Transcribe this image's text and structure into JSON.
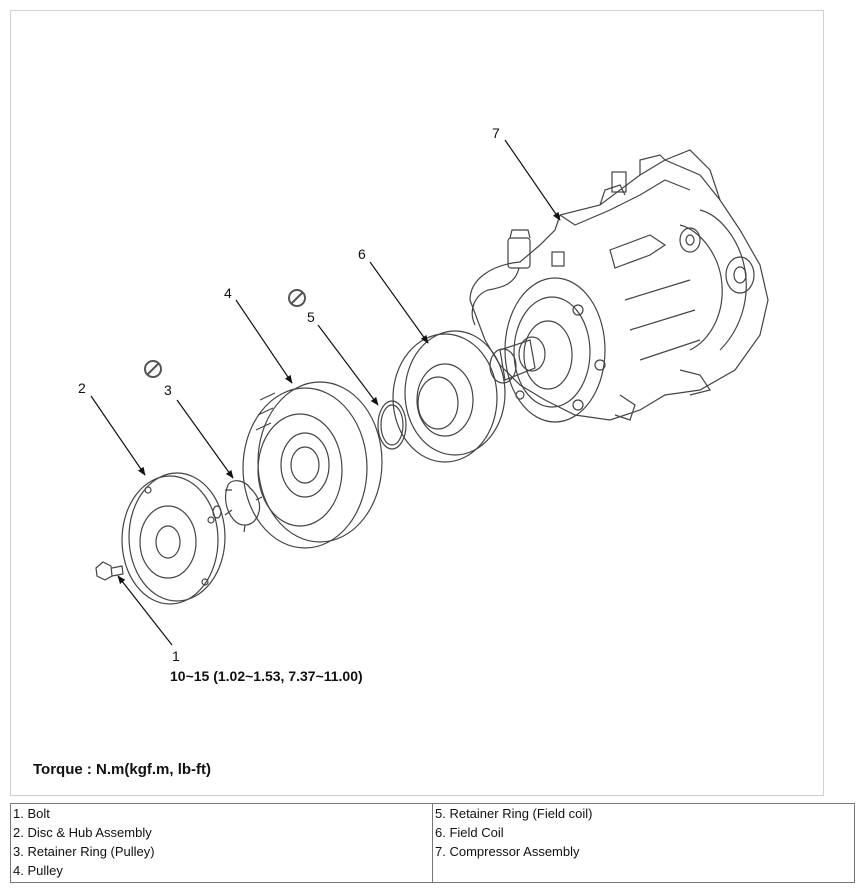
{
  "callouts": {
    "c1": "1",
    "c2": "2",
    "c3": "3",
    "c4": "4",
    "c5": "5",
    "c6": "6",
    "c7": "7"
  },
  "torque_spec": "10~15 (1.02~1.53, 7.37~11.00)",
  "torque_note": "Torque : N.m(kgf.m, lb-ft)",
  "legend": {
    "left": [
      "1. Bolt",
      "2. Disc & Hub Assembly",
      "3. Retainer Ring (Pulley)",
      "4. Pulley"
    ],
    "right": [
      "5. Retainer Ring (Field coil)",
      "6. Field Coil",
      "7. Compressor Assembly"
    ]
  },
  "icons": [
    "no-reuse-icon",
    "no-reuse-icon"
  ]
}
